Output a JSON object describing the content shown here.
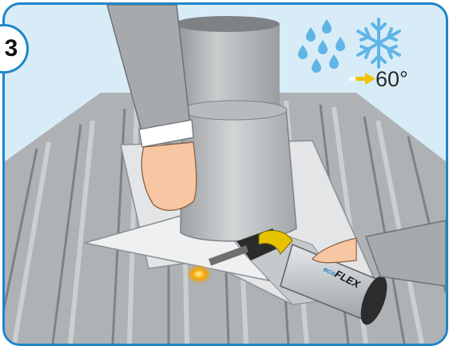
{
  "step": {
    "number": "3"
  },
  "weather": {
    "rain_icon": "raindrops-icon",
    "snow_icon": "snowflake-icon",
    "temperature": "60°"
  },
  "tool": {
    "brand_prefix": "eco",
    "brand_name": "FLEX"
  },
  "colors": {
    "frame": "#1e86c6",
    "sky": "#d8ecf7",
    "weather": "#5fb5e6",
    "arrow": "#f2c200",
    "flame": "#f5a300"
  }
}
